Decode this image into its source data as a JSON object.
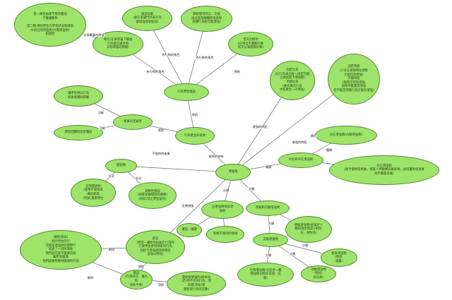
{
  "nodes": {
    "n_hint": "第一條及由掌不用的積減\n予賞權數參\n\n第二種 萬的學生在學習狀況和環境\n中的自然增強物(內需增強物)\n相連結",
    "n_mod": "贈在(在某增強下驅強\n行為基於運持和\n其他增強的閑題)",
    "n_fb1": "請求欣賞\n(會在家裏門外表行為\n會增強或受歡迎)",
    "n_fb2": "順和使用語言，在競\n術派進而轉購得修表現\n某種行為較可能增強)",
    "n_behave": "行為學習理論",
    "n_prin": "普氏力原則\n(在用出不需歡的事\n就可以掌握歡的事)",
    "n_add1": "讓學生明白行為\n和後果關的關聯",
    "n_add2": "增加回饋的訊息價值",
    "n_consq": "後果的定義性",
    "n_result": "行為產生的後果",
    "n_fix": "固定比率\n(在行為表出每一固定次數\n之後就給予增強物)\n不變比率\n(要有幾次行為\n才能產生一次增強)",
    "n_sched": "固定時距\n(只有在某個時段絕對\n才會得到增強)\n不變時距\n(無時可得到增強\n無時不能獲得增強\n但不能是得獲行為可能有增強)",
    "n_lint": "內在增強物(內驅增強物)",
    "n_lext": "外在增強物\n(給予讓男或男員，使某人用動機去做某事，並得讓男或男員\n就不願意去做)",
    "n_pun": "懲罰物",
    "n_inner": "內在和外在增強物",
    "n_reinforcer": "增強物",
    "n_pos": "呈現懲罰物\n(使用不愉快或\n嫌惡刺激\n(例如:責罵學生",
    "n_neg": "剝奪性懲罰\n(剝奪某種愉快的事物)\n(例如:禁止學生留校)",
    "n_st1": "正增強物得具增\n強物",
    "n_st2": "負面行為強化",
    "n_sec": "原級和次級增強物",
    "n_praise": "讚美、稱讚",
    "n_ignore": "剝奪不愉快的情境",
    "n_secd": "原級增強物(能滿足人\n類的基本需求)(例如:\n水、食物等)",
    "n_tertiary": "次級增強物",
    "n_fj": "請例(例如)\n對於學生的行\n可能是增強他的實際行\n等過了一段時間後\n我們就可能不需要去鼓\n勵學生閱讀\n他們就應用教材閱讀的行為",
    "n_avoid": "避法\n(學習一種新的技能於行為時\n只要學生更得到新的行為\n則給予增強或除掉某個\n會加以移除)",
    "n_food": "使食增強物\n(例如:\n讀書)",
    "n_act": "活動增強物\n(例如:\n玩玩具)",
    "n_tok": "代幣增強物(也是另一種\n增強物)(例如:金錢、成\n績)",
    "n_pf": "懲誤\n(行為存在、蒐在與\n消失不見)",
    "n_last": "懲罰使增強的(即本身\n(是)時不存的行為，使\n目標(消除)後\n懲罰某行為的次數)"
  },
  "edges": [
    {
      "label": "在接觸事的時候"
    },
    {
      "label": "先行物的角色"
    },
    {
      "label": "先行物的角色"
    },
    {
      "label": "先行物的角色"
    },
    {
      "label": "原則"
    },
    {
      "label": "原則"
    },
    {
      "label": "功能"
    },
    {
      "label": "功能"
    },
    {
      "label": "原則"
    },
    {
      "label": "增強的時距"
    },
    {
      "label": "增強的時距"
    },
    {
      "label": "種類"
    },
    {
      "label": "類別"
    },
    {
      "label": "種類"
    },
    {
      "label": "不愉快的後果"
    },
    {
      "label": "愉快的結果"
    },
    {
      "label": "形式"
    },
    {
      "label": "形式"
    },
    {
      "label": "定期增強"
    },
    {
      "label": "分類"
    },
    {
      "label": "分類"
    },
    {
      "label": "分類"
    },
    {
      "label": "分類"
    },
    {
      "label": "分類"
    },
    {
      "label": "分類"
    },
    {
      "label": "舉例"
    },
    {
      "label": "規則"
    },
    {
      "label": "舉例"
    },
    {
      "label": "消極"
    }
  ],
  "colors": {
    "node_fill": "#9ee46a",
    "node_border": "#4f8a2c",
    "line": "#6a6a6a",
    "text": "#1d3d10"
  }
}
